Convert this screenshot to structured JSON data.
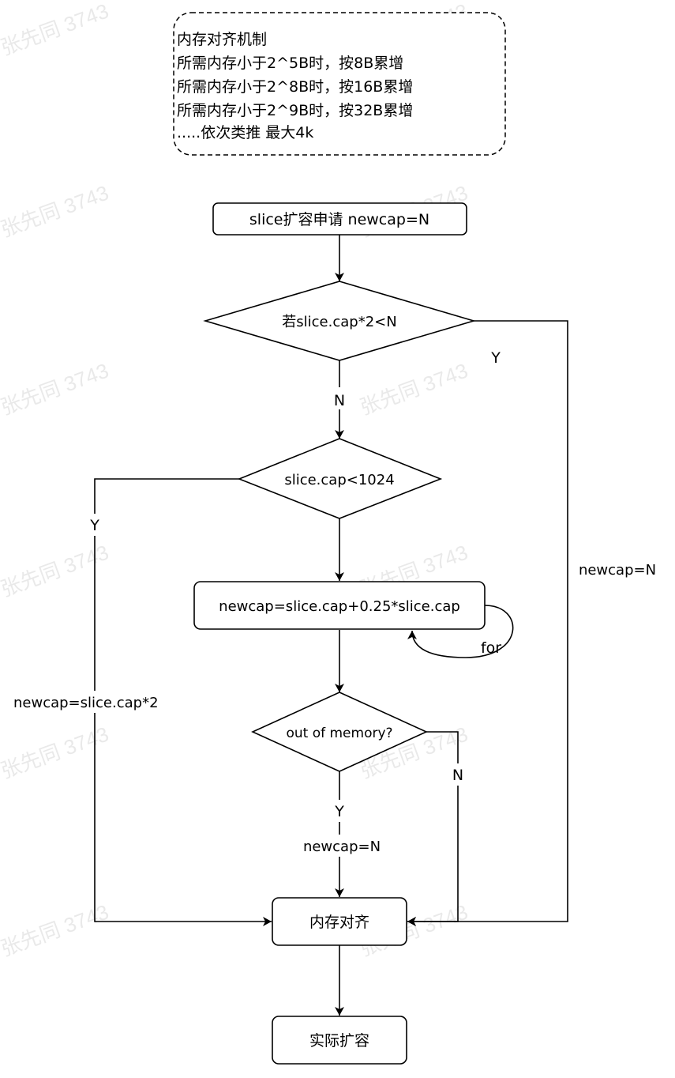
{
  "note": {
    "lines": [
      "内存对齐机制",
      "所需内存小于2^5B时，按8B累增",
      "所需内存小于2^8B时，按16B累增",
      "所需内存小于2^9B时，按32B累增",
      ".....依次类推 最大4k"
    ]
  },
  "nodes": {
    "start": "slice扩容申请 newcap=N",
    "cond_double": "若slice.cap*2<N",
    "cond_1024": "slice.cap<1024",
    "grow": "newcap=slice.cap+0.25*slice.cap",
    "cond_oom": "out of memory?",
    "align": "内存对齐",
    "final": "实际扩容"
  },
  "edges": {
    "double_y": "Y",
    "double_n": "N",
    "small_y": "Y",
    "loop_for": "for",
    "oom_y": "Y",
    "oom_n": "N",
    "right_newcap": "newcap=N",
    "left_newcap": "newcap=slice.cap*2",
    "oom_newcap": "newcap=N"
  },
  "watermark": "张先同 3743"
}
